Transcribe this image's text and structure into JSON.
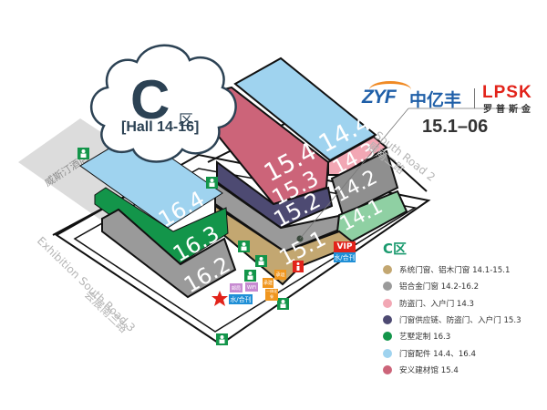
{
  "zone": {
    "title_letter": "C",
    "title_suffix": "区",
    "subtitle": "[Hall 14-16]"
  },
  "exhibitor": {
    "brand_latin": "ZYF",
    "brand_cn": "中亿丰",
    "partner_latin": "LPSK",
    "partner_cn": "罗普斯金",
    "booth": "15.1–06",
    "colors": {
      "zyf_blue": "#1f5fa8",
      "zyf_orange": "#f08a24",
      "lpsk_red": "#e2231a"
    }
  },
  "halls": [
    {
      "id": "14.4",
      "label": "14.4",
      "color": "#9fd3ef"
    },
    {
      "id": "14.3",
      "label": "14.3",
      "color": "#f2a7b4"
    },
    {
      "id": "14.2",
      "label": "14.2",
      "color": "#8f8f8f"
    },
    {
      "id": "14.1",
      "label": "14.1",
      "color": "#8fd0a3"
    },
    {
      "id": "15.4",
      "label": "15.4",
      "color": "#cc6479"
    },
    {
      "id": "15.3",
      "label": "15.3",
      "color": "#4d4a72"
    },
    {
      "id": "15.2",
      "label": "15.2",
      "color": "#9a9a9a"
    },
    {
      "id": "15.1",
      "label": "15.1",
      "color": "#c3a771"
    },
    {
      "id": "16.4",
      "label": "16.4",
      "color": "#9fd3ef"
    },
    {
      "id": "16.3",
      "label": "16.3",
      "color": "#13954a"
    },
    {
      "id": "16.2",
      "label": "16.2",
      "color": "#9a9a9a"
    }
  ],
  "roads": {
    "south_road_2_en": "South Road 2",
    "south_road_2_cn": "展南二路",
    "south_road_3_en": "Exhibition South Road 3",
    "south_road_3_cn": "会展南三路"
  },
  "hotel": "威斯汀酒店",
  "markers": {
    "vip": "VIP",
    "water": "水/合刊",
    "water2": "水/合刊",
    "info": "i",
    "food1": "承运",
    "food2": "承建",
    "food3": "一体化 餐",
    "wifi": "WiFi",
    "mail": "邮局"
  },
  "legend": {
    "title": "C区",
    "items": [
      {
        "label": "系统门窗、铝木门窗 14.1-15.1",
        "color": "#c3a771"
      },
      {
        "label": "铝合金门窗 14.2-16.2",
        "color": "#9a9a9a"
      },
      {
        "label": "防盗门、入户门 14.3",
        "color": "#f2a7b4"
      },
      {
        "label": "门窗供应链、防盗门、入户门 15.3",
        "color": "#4d4a72"
      },
      {
        "label": "艺墅定制 16.3",
        "color": "#13954a"
      },
      {
        "label": "门窗配件 14.4、16.4",
        "color": "#9fd3ef"
      },
      {
        "label": "安义建材馆 15.4",
        "color": "#cc6479"
      }
    ]
  }
}
